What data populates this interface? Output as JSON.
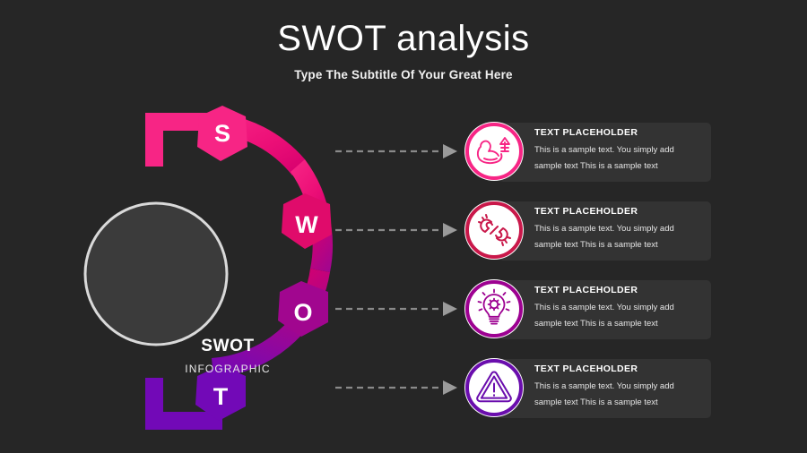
{
  "background_color": "#262626",
  "header": {
    "title": "SWOT analysis",
    "subtitle": "Type The Subtitle Of Your Great Here"
  },
  "center": {
    "title": "SWOT",
    "subtitle": "INFOGRAPHIC",
    "fill_color": "#3b3b3b",
    "ring_color": "#d9d9d9"
  },
  "arc": {
    "nodes": [
      {
        "letter": "S",
        "color": "#F72585",
        "name": "strengths"
      },
      {
        "letter": "W",
        "color": "#D6006E",
        "name": "weaknesses"
      },
      {
        "letter": "O",
        "color": "#A1068F",
        "name": "opportunities"
      },
      {
        "letter": "T",
        "color": "#7209B7",
        "name": "threats"
      }
    ],
    "tail_top_color": "#F72585",
    "tail_bottom_color": "#7209B7"
  },
  "connector": {
    "line_color": "#8a8a8a",
    "style": "dashed-arrow",
    "count": 4
  },
  "rows": [
    {
      "icon": "strength-bicep-icon",
      "accent": "#F72585",
      "title": "TEXT PLACEHOLDER",
      "line1": "This is a sample text. You simply add",
      "line2": "sample text This is a sample text",
      "card_color": "#333333"
    },
    {
      "icon": "broken-chain-icon",
      "accent": "#C9184A",
      "title": "TEXT PLACEHOLDER",
      "line1": "This is a sample text. You simply add",
      "line2": "sample text This is a sample text",
      "card_color": "#333333"
    },
    {
      "icon": "lightbulb-gear-icon",
      "accent": "#9D0191",
      "title": "TEXT PLACEHOLDER",
      "line1": "This is a sample text. You simply add",
      "line2": "sample text This is a sample text",
      "card_color": "#333333"
    },
    {
      "icon": "warning-triangle-icon",
      "accent": "#6A0DAD",
      "title": "TEXT PLACEHOLDER",
      "line1": "This is a sample text. You simply add",
      "line2": "sample text This is a sample text",
      "card_color": "#333333"
    }
  ]
}
